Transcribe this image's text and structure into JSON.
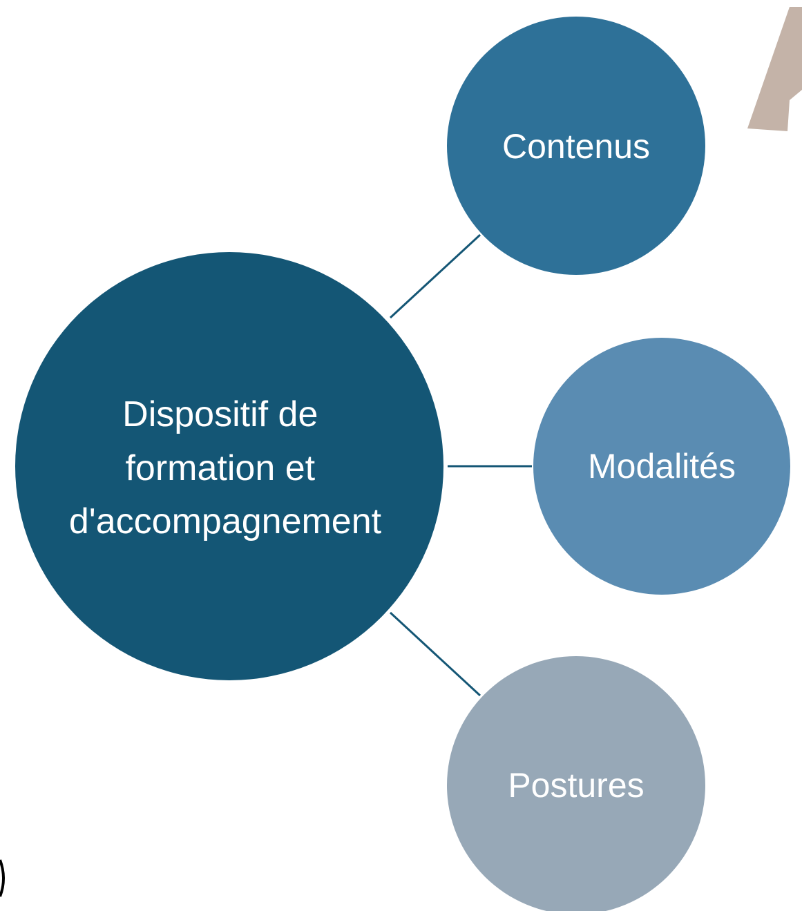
{
  "diagram": {
    "center": {
      "lines": [
        "Dispositif de",
        "formation et",
        "d'accompagnement"
      ],
      "color": "#145675"
    },
    "branches": [
      {
        "label": "Contenus",
        "color": "#2e7198"
      },
      {
        "label": "Modalités",
        "color": "#5a8cb2"
      },
      {
        "label": "Postures",
        "color": "#97a8b7"
      }
    ],
    "connector_color": "#145675",
    "decoration_color": "#c4b3a8"
  }
}
